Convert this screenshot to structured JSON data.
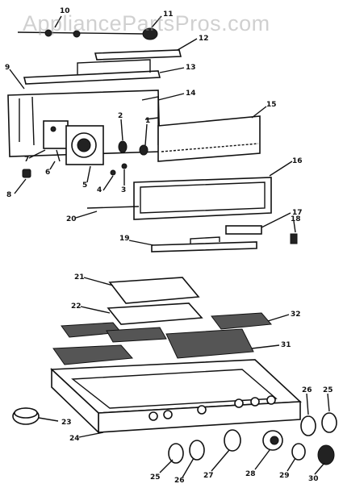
{
  "watermark": "AppliancePartsPros.com",
  "callouts": {
    "c1": "1",
    "c2": "2",
    "c3": "3",
    "c4": "4",
    "c5": "5",
    "c6": "6",
    "c7": "7",
    "c8": "8",
    "c9": "9",
    "c10": "10",
    "c11": "11",
    "c12": "12",
    "c13": "13",
    "c14": "14",
    "c15": "15",
    "c16": "16",
    "c17": "17",
    "c18": "18",
    "c19": "19",
    "c20": "20",
    "c21": "21",
    "c22": "22",
    "c23": "23",
    "c24": "24",
    "c25a": "25",
    "c25b": "25",
    "c26a": "26",
    "c26b": "26",
    "c27": "27",
    "c28": "28",
    "c29": "29",
    "c30": "30",
    "c31": "31",
    "c32": "32"
  }
}
